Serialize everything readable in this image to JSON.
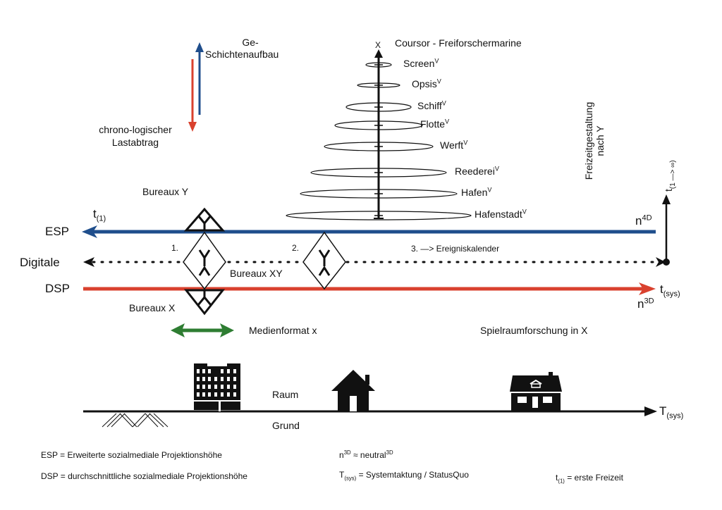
{
  "colors": {
    "esp_blue": "#1f4e8c",
    "dsp_red": "#d9412e",
    "medien_green": "#2e7d32",
    "ink": "#111111"
  },
  "top_left": {
    "up_arrow_label_line1": "Ge-",
    "up_arrow_label_line2": "Schichtenaufbau",
    "down_arrow_label_line1": "chrono-logischer",
    "down_arrow_label_line2": "Lastabtrag"
  },
  "cone": {
    "axis_label": "X",
    "title": "Coursor - Freiforschermarine",
    "levels": [
      {
        "name": "Screen",
        "sup": "V"
      },
      {
        "name": "Opsis",
        "sup": "V"
      },
      {
        "name": "Schiff",
        "sup": "V"
      },
      {
        "name": "Flotte",
        "sup": "V"
      },
      {
        "name": "Werft",
        "sup": "V"
      },
      {
        "name": "Reederei",
        "sup": "V"
      },
      {
        "name": "Hafen",
        "sup": "V"
      },
      {
        "name": "Hafenstadt",
        "sup": "V"
      }
    ]
  },
  "right_side": {
    "vertical_label_line1": "Freizeitgestaltung",
    "vertical_label_line2": "nach Y",
    "t_axis_label": "t",
    "t_axis_sub": "(1 —> ∞)"
  },
  "lines": {
    "esp": {
      "label": "ESP",
      "start_label": "t",
      "start_sub": "(1)",
      "end_label": "n",
      "end_sup": "4D"
    },
    "digitale": {
      "label": "Digitale",
      "note": "3. —> Ereigniskalender"
    },
    "dsp": {
      "label": "DSP",
      "end_label": "t",
      "end_sub": "(sys)",
      "end_label2": "n",
      "end_sup2": "3D"
    }
  },
  "bureaux": {
    "y": "Bureaux Y",
    "x": "Bureaux X",
    "xy": "Bureaux XY",
    "step1": "1.",
    "step2": "2."
  },
  "medien": {
    "label": "Medienformat x"
  },
  "spielraum": {
    "label": "Spielraumforschung in X"
  },
  "ground": {
    "raum": "Raum",
    "grund": "Grund",
    "axis_label": "T",
    "axis_sub": "(sys)"
  },
  "legend": {
    "esp_def": "ESP = Erweiterte sozialmediale Projektionshöhe",
    "dsp_def": "DSP = durchschnittliche sozialmediale Projektionshöhe",
    "n3d_base": "n",
    "n3d_sup": "3D",
    "n3d_rest": " ≈ neutral",
    "n3d_rest_sup": "3D",
    "tsys_base": "T",
    "tsys_sub": "(sys)",
    "tsys_rest": " = Systemtaktung / StatusQuo",
    "t1_base": "t",
    "t1_sub": "(1)",
    "t1_rest": " =  erste Freizeit"
  }
}
